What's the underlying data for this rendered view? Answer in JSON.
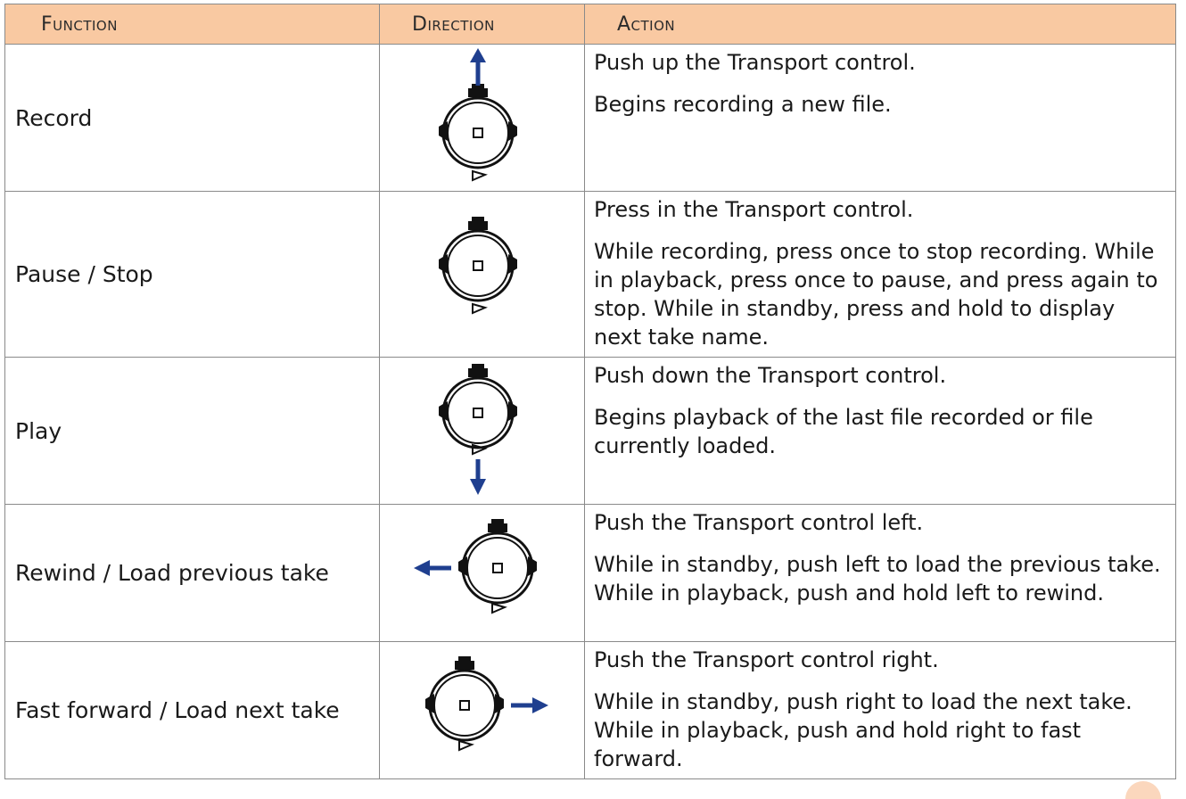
{
  "table": {
    "headers": {
      "function": "Function",
      "direction": "Direction",
      "action": "Action"
    },
    "rows": [
      {
        "function": "Record",
        "direction": "up",
        "action_main": "Push up the Transport control.",
        "action_detail": "Begins recording a new file."
      },
      {
        "function": "Pause / Stop",
        "direction": "center",
        "action_main": "Press in the Transport control.",
        "action_detail": "While recording, press once to stop recording. While in playback, press once to pause, and press again to stop. While in standby, press and hold to display next take name."
      },
      {
        "function": "Play",
        "direction": "down",
        "action_main": "Push down the Transport control.",
        "action_detail": "Begins playback of the last file recorded or file currently loaded."
      },
      {
        "function": "Rewind / Load previous take",
        "direction": "left",
        "action_main": "Push the Transport control left.",
        "action_detail": "While in standby, push left to load the previous take. While in playback, push and hold left to rewind."
      },
      {
        "function": "Fast forward / Load next take",
        "direction": "right",
        "action_main": "Push the Transport control right.",
        "action_detail": "While in standby, push right to load the next take. While in playback, push and hold right to fast forward."
      }
    ]
  },
  "colors": {
    "header_bg": "#f9c9a2",
    "arrow": "#1f3f8f",
    "border": "#8a8a8a"
  },
  "icons": {
    "joystick": "transport-joystick-icon",
    "arrow": "direction-arrow-icon"
  }
}
